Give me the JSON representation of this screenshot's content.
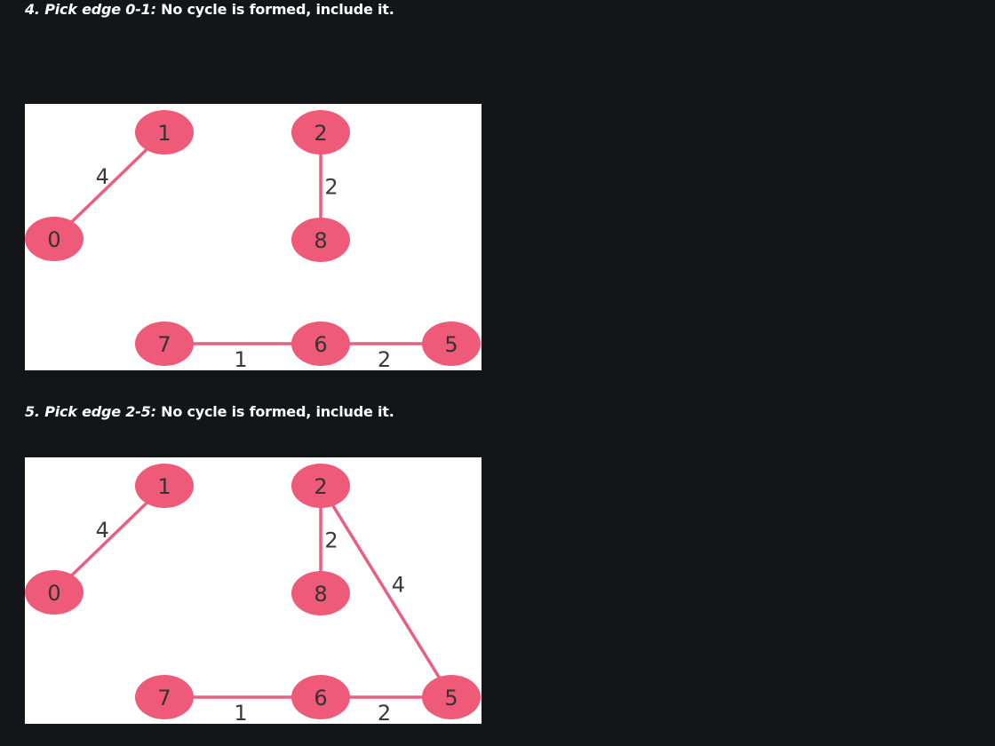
{
  "steps": [
    {
      "id": "step4",
      "number": "4.",
      "label": "Pick edge 0-1:",
      "description": "No cycle is formed, include it.",
      "graph": {
        "edges": [
          {
            "from": "0",
            "to": "1",
            "weight": "4"
          },
          {
            "from": "2",
            "to": "8",
            "weight": "2"
          },
          {
            "from": "7",
            "to": "6",
            "weight": "1"
          },
          {
            "from": "6",
            "to": "5",
            "weight": "2"
          }
        ]
      }
    },
    {
      "id": "step5",
      "number": "5.",
      "label": "Pick edge 2-5:",
      "description": "No cycle is formed, include it.",
      "graph": {
        "edges": [
          {
            "from": "0",
            "to": "1",
            "weight": "4"
          },
          {
            "from": "2",
            "to": "8",
            "weight": "2"
          },
          {
            "from": "2",
            "to": "5",
            "weight": "4"
          },
          {
            "from": "7",
            "to": "6",
            "weight": "1"
          },
          {
            "from": "6",
            "to": "5",
            "weight": "2"
          }
        ]
      }
    }
  ],
  "nodes": [
    "0",
    "1",
    "2",
    "5",
    "6",
    "7",
    "8"
  ],
  "colors": {
    "background": "#131519",
    "node": "#ef5a78",
    "edge": "#ea5f7f",
    "text": "#ffffff"
  }
}
